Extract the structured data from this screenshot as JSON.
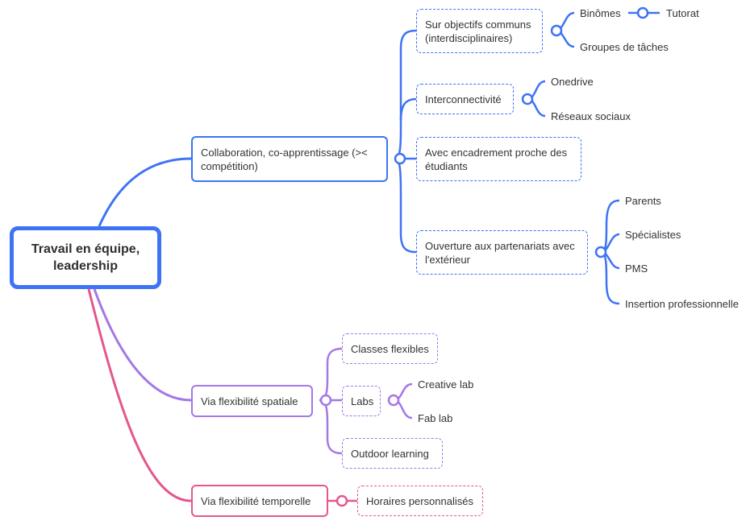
{
  "root": {
    "label": "Travail en équipe, leadership"
  },
  "colors": {
    "blue": "#3e73f5",
    "purple": "#a478e6",
    "pink": "#e4578e"
  },
  "branches": {
    "collaboration": {
      "label": "Collaboration, co-apprentissage (>< compétition)",
      "objectifs": {
        "label": "Sur objectifs communs (interdisciplinaires)",
        "binomes": "Binômes",
        "tutorat": "Tutorat",
        "groupes": "Groupes de tâches"
      },
      "interconnectivite": {
        "label": "Interconnectivité",
        "onedrive": "Onedrive",
        "reseaux": "Réseaux sociaux"
      },
      "encadrement": {
        "label": "Avec encadrement proche des étudiants"
      },
      "partenariats": {
        "label": "Ouverture aux partenariats avec l'extérieur",
        "parents": "Parents",
        "specialistes": "Spécialistes",
        "pms": "PMS",
        "insertion": "Insertion professionnelle"
      }
    },
    "spatiale": {
      "label": "Via flexibilité spatiale",
      "classes": "Classes flexibles",
      "labs": {
        "label": "Labs",
        "creative": "Creative lab",
        "fab": "Fab lab"
      },
      "outdoor": "Outdoor learning"
    },
    "temporelle": {
      "label": "Via flexibilité temporelle",
      "horaires": "Horaires personnalisés"
    }
  }
}
